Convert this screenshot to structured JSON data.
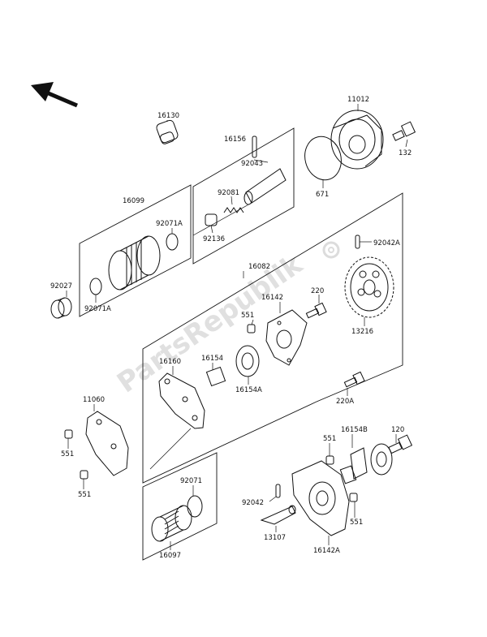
{
  "diagram": {
    "watermark": "PartsRepublik",
    "parts": {
      "p16130": "16130",
      "p16156": "16156",
      "p11012": "11012",
      "p132": "132",
      "p92043": "92043",
      "p16099": "16099",
      "p92081": "92081",
      "p92071A_top": "92071A",
      "p671": "671",
      "p92136": "92136",
      "p92042A": "92042A",
      "p16082": "16082",
      "p92027": "92027",
      "p92071A_bottom": "92071A",
      "p16142": "16142",
      "p220": "220",
      "p551_top": "551",
      "p13216": "13216",
      "p16160": "16160",
      "p16154": "16154",
      "p16154A": "16154A",
      "p11060": "11060",
      "p220A": "220A",
      "p16154B": "16154B",
      "p120": "120",
      "p551_left1": "551",
      "p551_mid": "551",
      "p551_left2": "551",
      "p92071": "92071",
      "p92042": "92042",
      "p551_right": "551",
      "p13107": "13107",
      "p16142A": "16142A",
      "p16097": "16097"
    }
  }
}
